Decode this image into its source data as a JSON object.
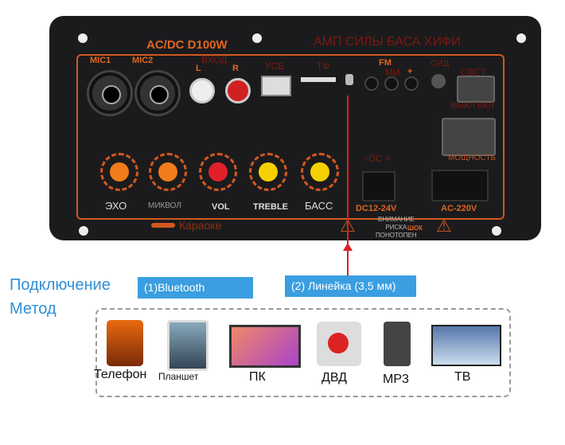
{
  "board": {
    "model": "AC/DC D100W",
    "headline": "АМП СИЛЫ БАСА ХИФИ",
    "mic1": "MIC1",
    "mic2": "MIC2",
    "input": "ВХОД",
    "l": "L",
    "r": "R",
    "usb": "УСБ",
    "tf": "ТФ",
    "fm": "FM",
    "mi": "МИ",
    "plus": "+",
    "sid": "СИД",
    "light": "СВЕТ",
    "off_on": "ВЫКЛ ВКЛ",
    "power": "МОЩНОСТЬ",
    "dc_polarity": "−DC +",
    "dc": "DC12-24V",
    "ac": "AC-220V",
    "karaoke": "Караоке",
    "warning": [
      "ВНИМАНИЕ",
      "РИСКА",
      "ПОНОТОПЕН"
    ],
    "shock": "ШОК",
    "knobs": [
      {
        "label": "ЭХО",
        "color": "#f07c1a"
      },
      {
        "label": "МИКВОЛ",
        "color": "#f07c1a"
      },
      {
        "label": "VOL",
        "color": "#e0212b"
      },
      {
        "label": "TREBLE",
        "color": "#f5d000"
      },
      {
        "label": "БАСС",
        "color": "#f5d000"
      }
    ],
    "minus": "−"
  },
  "connection": {
    "title1": "Подключение",
    "title2": "Метод",
    "option1": "(1)Bluetooth",
    "option2": "(2) Линейка (3,5 мм)"
  },
  "devices": [
    "Телефон",
    "Планшет",
    "ПК",
    "ДВД",
    "MP3",
    "ТВ"
  ]
}
